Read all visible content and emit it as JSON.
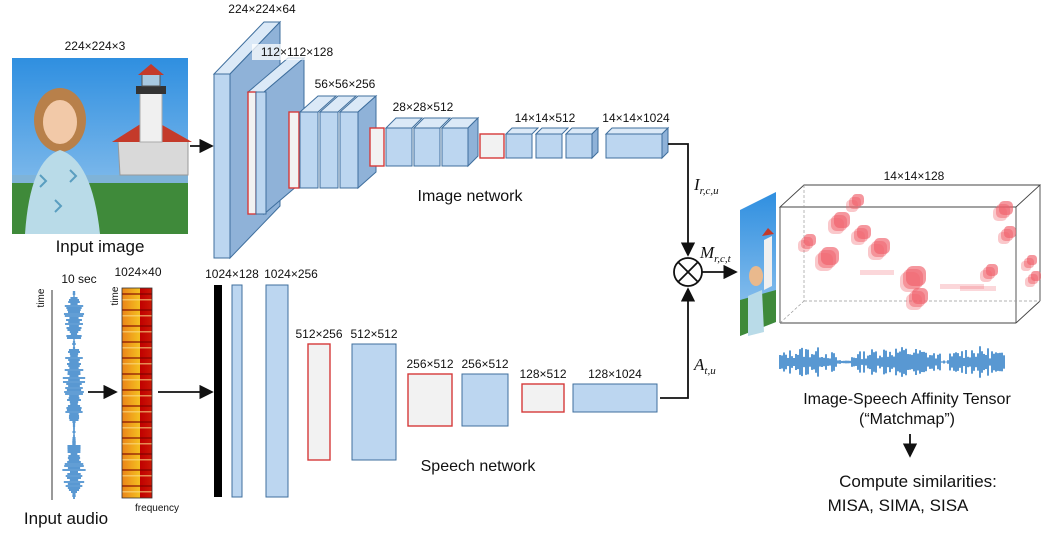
{
  "image_branch": {
    "input_dims": "224×224×3",
    "input_caption": "Input image",
    "layer_dims": [
      "224×224×64",
      "112×112×128",
      "56×56×256",
      "28×28×512",
      "14×14×512",
      "14×14×1024"
    ],
    "network_caption": "Image network",
    "output_symbol": "I",
    "output_subscript": "r,c,u"
  },
  "audio_branch": {
    "wave_label": "10 sec",
    "wave_axis": "time",
    "spec_dims": "1024×40",
    "spec_axis_y": "time",
    "spec_axis_x": "frequency",
    "input_caption": "Input audio",
    "layer_dims": [
      "1024×128",
      "1024×256",
      "512×256",
      "512×512",
      "256×512",
      "256×512",
      "128×512",
      "128×1024"
    ],
    "network_caption": "Speech network",
    "output_symbol": "A",
    "output_subscript": "t,u"
  },
  "fusion": {
    "symbol": "M",
    "subscript": "r,c,t",
    "operator": "⊗"
  },
  "matchmap": {
    "dims": "14×14×128",
    "title": "Image-Speech Affinity Tensor",
    "subtitle": "(“Matchmap”)",
    "compute_line": "Compute similarities:",
    "methods": "MISA, SIMA, SISA"
  },
  "colors": {
    "layer_fill": "#bcd6f0",
    "layer_stroke": "#3f6f9e",
    "pool_stroke": "#d63a3a",
    "wave": "#2f7fc7",
    "blob": "#f0606a"
  }
}
